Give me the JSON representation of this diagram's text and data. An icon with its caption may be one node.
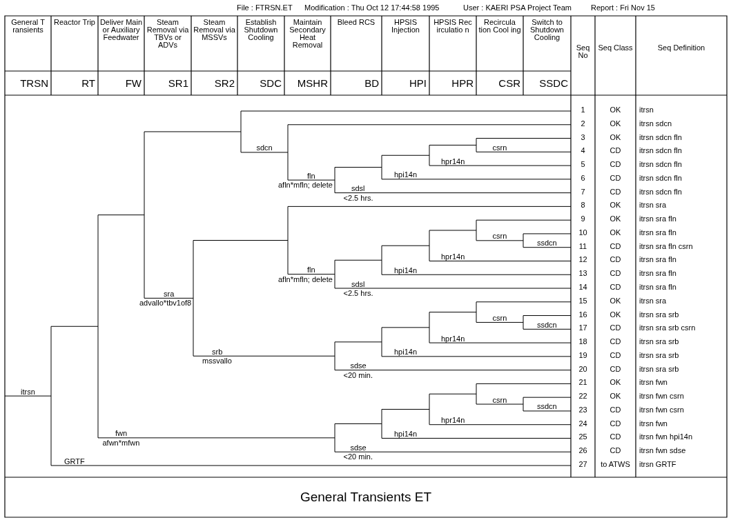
{
  "diagram": {
    "title": "General Transients ET",
    "labels": [
      "File : FTRSN.ET",
      "Modification : Thu Oct 12 17:44:58 1995",
      "User : KAERI PSA Project Team",
      "Report : Fri Nov 15",
      "General T ransients",
      "Reactor Trip",
      "Deliver Main or Auxiliary Feedwater",
      "Steam Removal via TBVs or ADVs",
      "Steam Removal via MSSVs",
      "Establish Shutdown Cooling",
      "Maintain Secondary Heat Removal",
      "Bleed RCS",
      "HPSIS Injection",
      "HPSIS Rec irculatio n",
      "Recircula tion Cool ing",
      "Switch to Shutdown Cooling",
      "Seq No",
      "Seq Class",
      "Seq Definition",
      "TRSN",
      "RT",
      "FW",
      "SR1",
      "SR2",
      "SDC",
      "MSHR",
      "BD",
      "HPI",
      "HPR",
      "CSR",
      "SSDC",
      "csrn",
      "sdcn",
      "hpr14n",
      "fln",
      "hpi14n",
      "afln*mfln; delete",
      "sdsl",
      "<2.5 hrs.",
      "csrn",
      "ssdcn",
      "hpr14n",
      "fln",
      "hpi14n",
      "afln*mfln; delete",
      "sdsl",
      "sra",
      "<2.5 hrs.",
      "advallo*tbv1of8",
      "csrn",
      "ssdcn",
      "hpr14n",
      "srb",
      "hpi14n",
      "mssvallo",
      "sdse",
      "<20 min.",
      "itrsn",
      "csrn",
      "ssdcn",
      "hpr14n",
      "fwn",
      "hpi14n",
      "afwn*mfwn",
      "sdse",
      "<20 min.",
      "GRTF",
      "1",
      "OK",
      "itrsn",
      "2",
      "OK",
      "itrsn sdcn",
      "3",
      "OK",
      "itrsn sdcn fln",
      "4",
      "CD",
      "itrsn sdcn fln",
      "5",
      "CD",
      "itrsn sdcn fln",
      "6",
      "CD",
      "itrsn sdcn fln",
      "7",
      "CD",
      "itrsn sdcn fln",
      "8",
      "OK",
      "itrsn sra",
      "9",
      "OK",
      "itrsn sra fln",
      "10",
      "OK",
      "itrsn sra fln",
      "11",
      "CD",
      "itrsn sra fln csrn",
      "12",
      "CD",
      "itrsn sra fln",
      "13",
      "CD",
      "itrsn sra fln",
      "14",
      "CD",
      "itrsn sra fln",
      "15",
      "OK",
      "itrsn sra",
      "16",
      "OK",
      "itrsn sra srb",
      "17",
      "CD",
      "itrsn sra srb csrn",
      "18",
      "CD",
      "itrsn sra srb",
      "19",
      "CD",
      "itrsn sra srb",
      "20",
      "CD",
      "itrsn sra srb",
      "21",
      "OK",
      "itrsn fwn",
      "22",
      "OK",
      "itrsn fwn csrn",
      "23",
      "CD",
      "itrsn fwn csrn",
      "24",
      "CD",
      "itrsn fwn",
      "25",
      "CD",
      "itrsn fwn hpi14n",
      "26",
      "CD",
      "itrsn fwn sdse",
      "27",
      "to ATWS",
      "itrsn GRTF"
    ]
  }
}
